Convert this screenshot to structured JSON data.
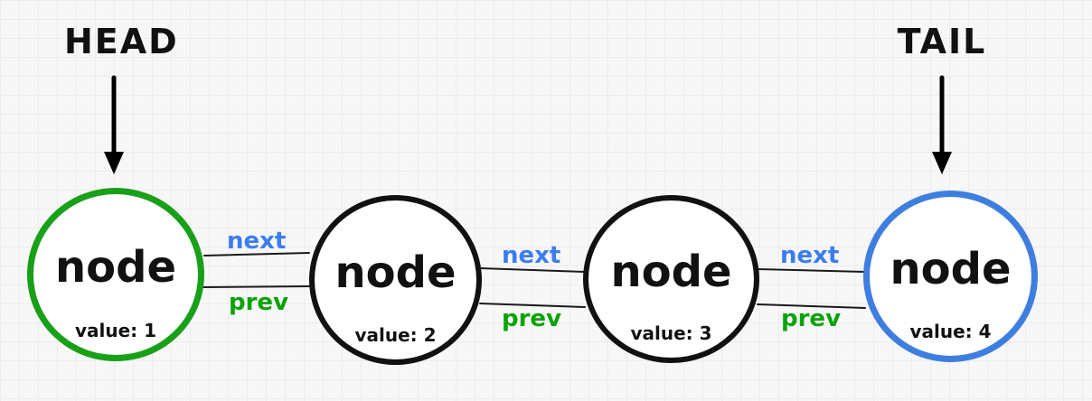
{
  "pointers": {
    "head": {
      "label": "HEAD"
    },
    "tail": {
      "label": "TAIL"
    }
  },
  "nodes": [
    {
      "title": "node",
      "value": "value: 1",
      "border_color": "#18A018"
    },
    {
      "title": "node",
      "value": "value: 2",
      "border_color": "#111111"
    },
    {
      "title": "node",
      "value": "value: 3",
      "border_color": "#111111"
    },
    {
      "title": "node",
      "value": "value: 4",
      "border_color": "#3D7EE0"
    }
  ],
  "links": [
    {
      "next_label": "next",
      "prev_label": "prev"
    },
    {
      "next_label": "next",
      "prev_label": "prev"
    },
    {
      "next_label": "next",
      "prev_label": "prev"
    }
  ],
  "colors": {
    "background": "#f7f7f7",
    "grid_line": "#ececec",
    "line": "#1a1a1a",
    "arrow": "#000000",
    "text": "#111111",
    "node_fill": "#ffffff",
    "node_border": "#111111",
    "next_label": "#3B7DF0",
    "prev_label": "#09A309",
    "head_node_border": "#18A018",
    "tail_node_border": "#3D7EE0"
  }
}
